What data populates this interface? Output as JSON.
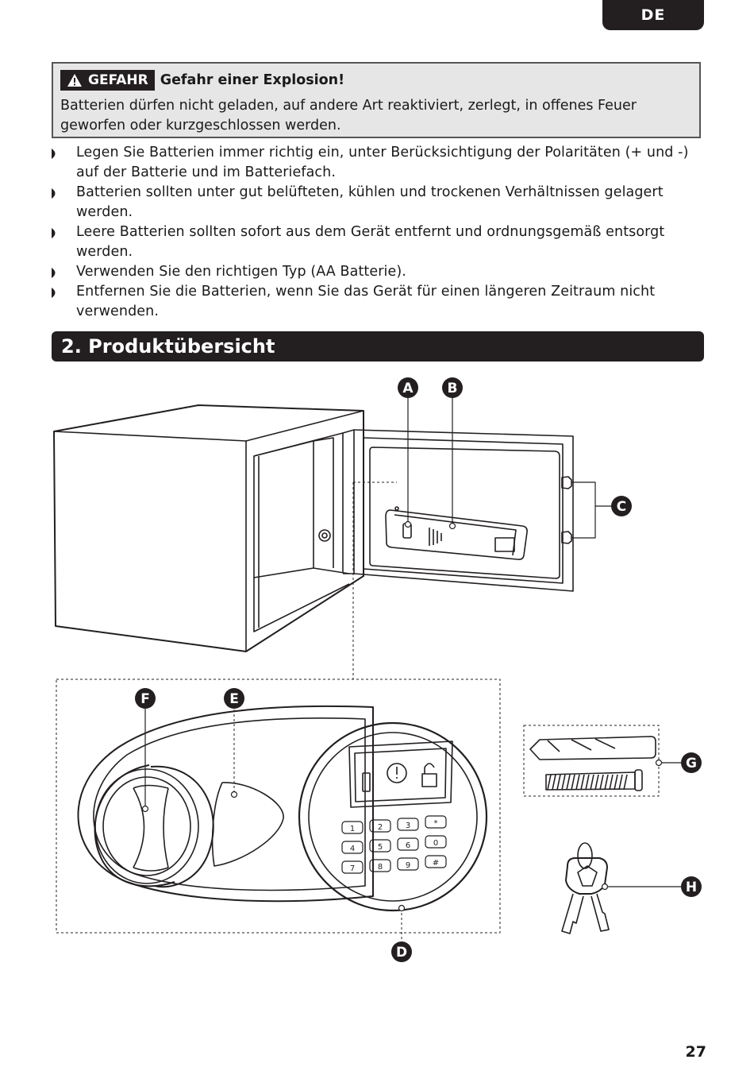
{
  "header": {
    "language_tab": "DE"
  },
  "danger_box": {
    "badge_label": "GEFAHR",
    "title": "Gefahr einer Explosion!",
    "text": "Batterien dürfen nicht geladen, auf andere Art reaktiviert, zerlegt, in offenes Feuer geworfen oder kurzgeschlossen werden."
  },
  "bullets": [
    "Legen Sie Batterien immer richtig ein, unter Berücksichtigung der Polaritäten (+ und -) auf der Batterie und im Batteriefach.",
    "Batterien sollten unter gut belüfteten, kühlen und trockenen Verhältnissen gelagert werden.",
    "Leere Batterien sollten sofort aus dem Gerät entfernt und ordnungsgemäß entsorgt werden.",
    "Verwenden Sie den richtigen Typ (AA Batterie).",
    "Entfernen Sie die Batterien, wenn Sie das Gerät für einen längeren Zeitraum nicht verwenden."
  ],
  "section": {
    "title": "2. Produktübersicht"
  },
  "figure": {
    "callouts": [
      "A",
      "B",
      "C",
      "D",
      "E",
      "F",
      "G",
      "H"
    ],
    "keypad_keys": [
      "1",
      "2",
      "3",
      "*",
      "4",
      "5",
      "6",
      "0",
      "7",
      "8",
      "9",
      "#"
    ]
  },
  "footer": {
    "page_number": "27"
  }
}
